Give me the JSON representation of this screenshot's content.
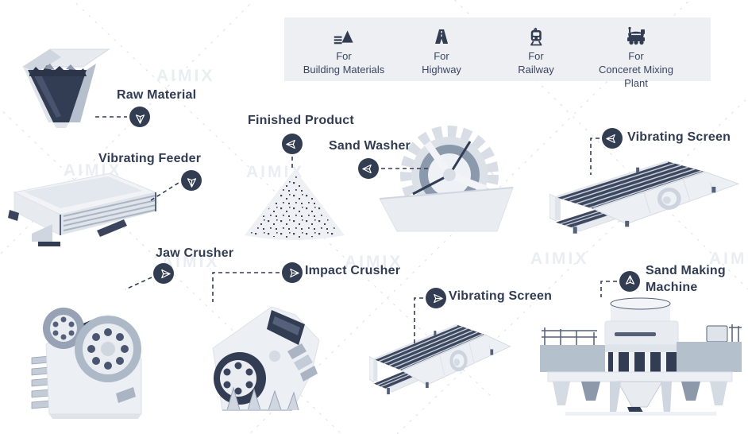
{
  "banner": {
    "items": [
      {
        "icon": "building-materials-icon",
        "line1": "For",
        "line2": "Building Materials"
      },
      {
        "icon": "highway-icon",
        "line1": "For",
        "line2": "Highway"
      },
      {
        "icon": "railway-icon",
        "line1": "For",
        "line2": "Railway"
      },
      {
        "icon": "concrete-mixing-plant-icon",
        "line1": "For",
        "line2": "Conceret Mixing Plant"
      }
    ]
  },
  "stations": {
    "raw_material": {
      "label": "Raw Material",
      "badge_icon": "send-down-icon"
    },
    "vibrating_feeder": {
      "label": "Vibrating Feeder",
      "badge_icon": "send-down-icon"
    },
    "finished_product": {
      "label": "Finished Product",
      "badge_icon": "send-left-icon"
    },
    "sand_washer": {
      "label": "Sand Washer",
      "badge_icon": "send-left-icon"
    },
    "vibrating_screen_top": {
      "label": "Vibrating Screen",
      "badge_icon": "send-left-icon"
    },
    "jaw_crusher": {
      "label": "Jaw Crusher",
      "badge_icon": "send-right-icon"
    },
    "impact_crusher": {
      "label": "Impact Crusher",
      "badge_icon": "send-right-icon"
    },
    "vibrating_screen_bottom": {
      "label": "Vibrating Screen",
      "badge_icon": "send-right-icon"
    },
    "sand_making_machine": {
      "label": "Sand Making Machine",
      "badge_icon": "send-up-icon"
    }
  },
  "watermark": {
    "text": "AIMIX"
  },
  "colors": {
    "accent_dark": "#333d52",
    "banner_bg": "#edeff2",
    "machine_light": "#eceff3",
    "machine_mid": "#c3ccd7",
    "machine_deep": "#8d99ab",
    "dash_line": "#dce0e6",
    "watermark": "#eaedf1"
  }
}
